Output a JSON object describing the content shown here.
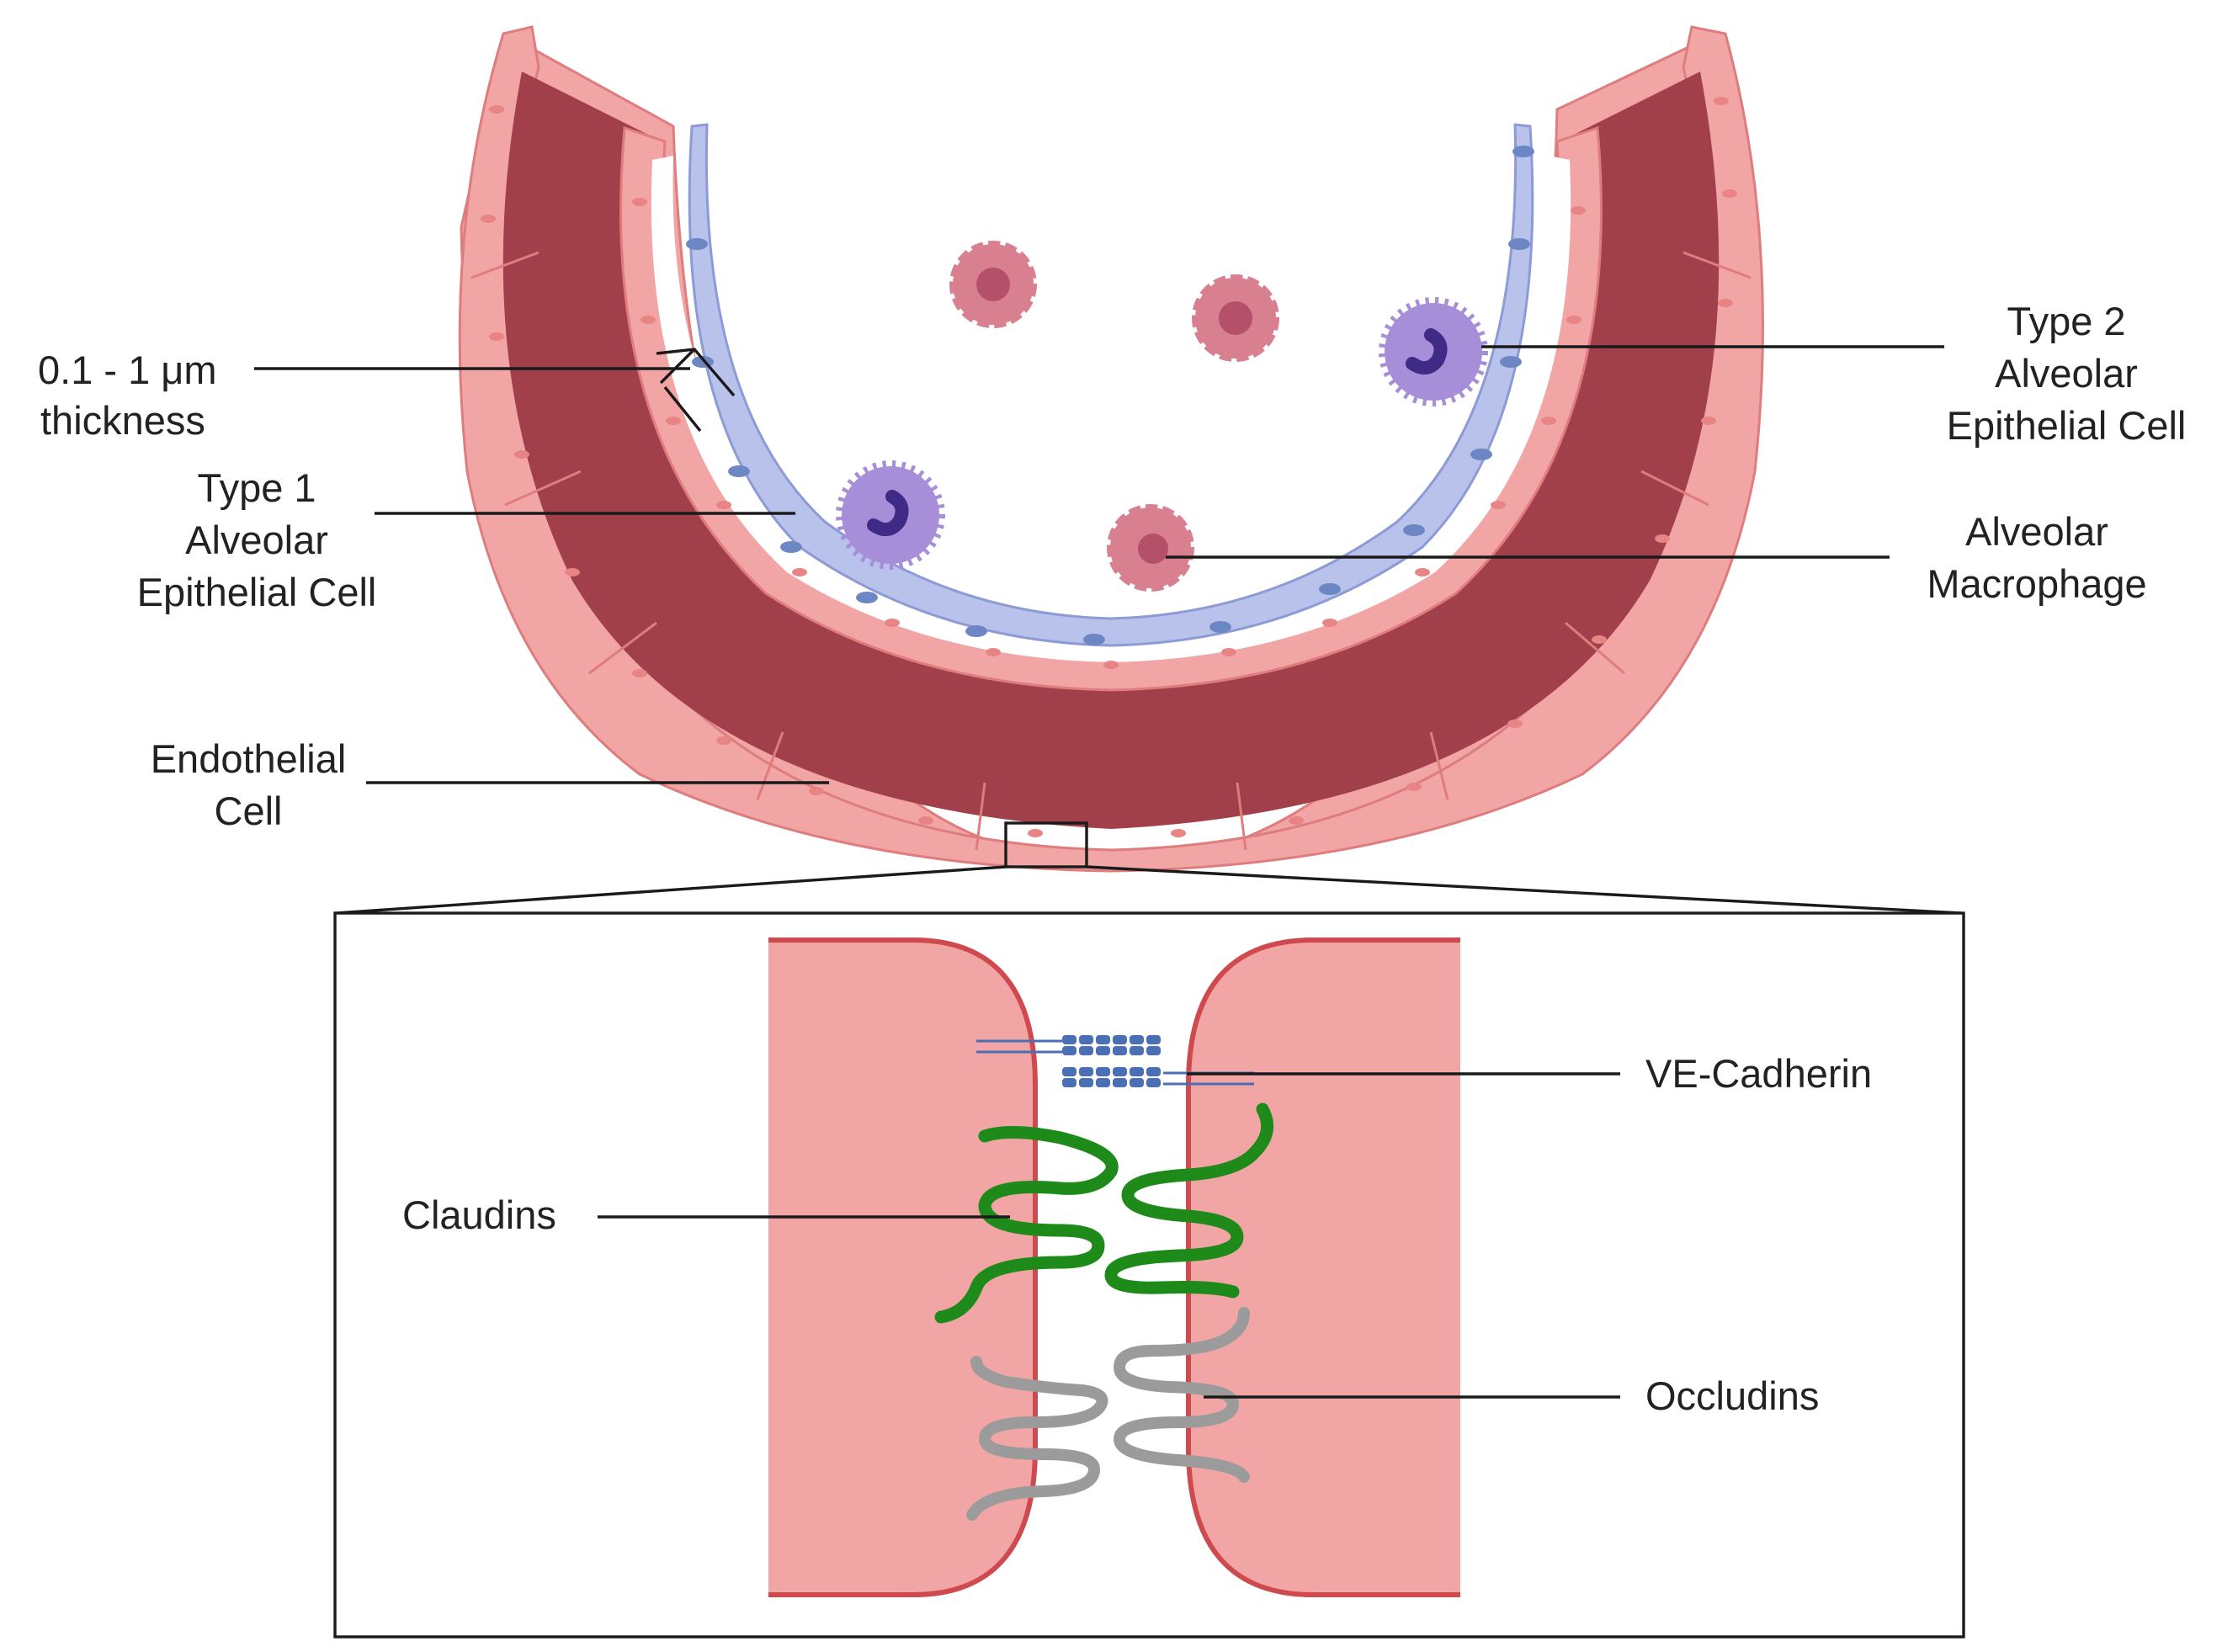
{
  "labels": {
    "thickness": [
      "0.1 - 1 μm",
      "thickness"
    ],
    "type1": [
      "Type 1",
      "Alveolar",
      "Epithelial Cell"
    ],
    "type2": [
      "Type 2",
      "Alveolar",
      "Epithelial Cell"
    ],
    "macrophage": [
      "Alveolar",
      "Macrophage"
    ],
    "endothelial": [
      "Endothelial",
      "Cell"
    ],
    "ve_cadherin": "VE-Cadherin",
    "claudins": "Claudins",
    "occludins": "Occludins"
  },
  "colors": {
    "endothelium_fill": "#f2a5a5",
    "endothelium_stroke": "#df7c7e",
    "endothelium_nucleus": "#e98485",
    "blood": "#a1404b",
    "epithelium_fill": "#b8c2ea",
    "epithelium_stroke": "#8c9bd6",
    "epithelium_nucleus": "#6d86c4",
    "macrophage_fill": "#a68ed8",
    "macrophage_nucleus": "#3f2a86",
    "immune_cell": "#d98090",
    "immune_nucleus": "#b4506a",
    "zoom_cell_fill": "#f2a5a5",
    "zoom_cell_stroke": "#cf4a4f",
    "claudin": "#1d8a1a",
    "occludin": "#9b9b9b",
    "cadherin": "#4a6fb5"
  }
}
